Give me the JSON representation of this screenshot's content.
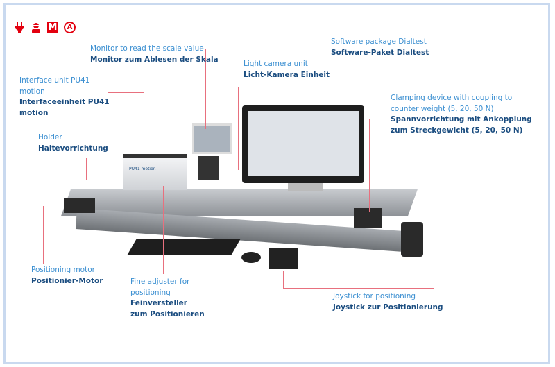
{
  "icons": [
    "plug-icon",
    "user-icon",
    "m-icon",
    "a-circle-icon"
  ],
  "icon_text": {
    "m": "M",
    "a": "A"
  },
  "labels": {
    "monitor": {
      "en": "Monitor to read the scale value",
      "de": "Monitor zum Ablesen der Skala"
    },
    "interface": {
      "en1": "Interface unit PU41",
      "en2": "motion",
      "de1": "Interfaceeinheit PU41",
      "de2": "motion"
    },
    "holder": {
      "en": "Holder",
      "de": "Haltevorrichtung"
    },
    "camera": {
      "en": "Light camera unit",
      "de": "Licht-Kamera Einheit"
    },
    "software": {
      "en": "Software package Dialtest",
      "de": "Software-Paket Dialtest"
    },
    "clamping": {
      "en1": "Clamping device with coupling to",
      "en2": "counter weight (5, 20, 50 N)",
      "de1": "Spannvorrichtung mit Ankopplung",
      "de2": "zum Streckgewicht (5, 20, 50 N)"
    },
    "motor": {
      "en": "Positioning motor",
      "de": "Positionier-Motor"
    },
    "fine": {
      "en1": "Fine adjuster for",
      "en2": "positioning",
      "de1": "Feinversteller",
      "de2": "zum Positionieren"
    },
    "joystick": {
      "en": "Joystick for positioning",
      "de": "Joystick zur Positionierung"
    }
  },
  "device_brand": "PU41 motion",
  "colors": {
    "accent": "#3b8fd1",
    "dark": "#1b4d80",
    "line": "#e8707e",
    "icon": "#e3000f",
    "frame": "#c9d9ef"
  }
}
